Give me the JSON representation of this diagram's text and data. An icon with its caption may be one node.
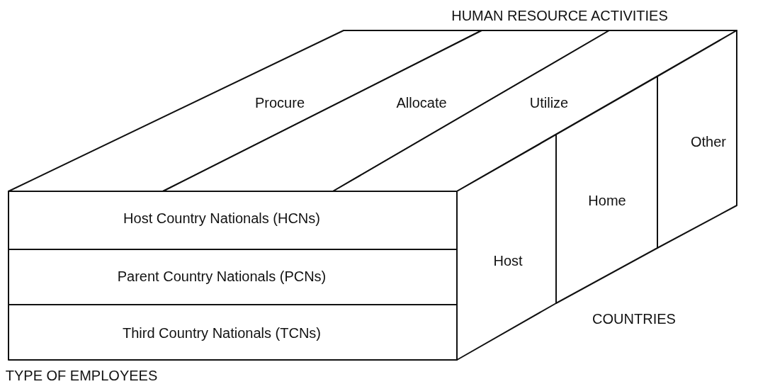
{
  "diagram": {
    "nodes": [
      {
        "text": [
          "Procure"
        ]
      },
      {
        "text": [
          "Allocate"
        ]
      },
      {
        "text": [
          "Utilize"
        ]
      },
      {
        "text": [
          "Host Country Nationals (HCNs)"
        ]
      },
      {
        "text": [
          "Parent Country Nationals (PCNs)"
        ]
      },
      {
        "text": [
          "Third Country Nationals (TCNs)"
        ]
      },
      {
        "text": [
          "Host"
        ]
      },
      {
        "text": [
          "Home"
        ]
      },
      {
        "text": [
          "Other"
        ]
      }
    ],
    "labels": [
      "HUMAN RESOURCE ACTIVITIES",
      "COUNTRIES",
      "TYPE OF EMPLOYEES"
    ]
  }
}
